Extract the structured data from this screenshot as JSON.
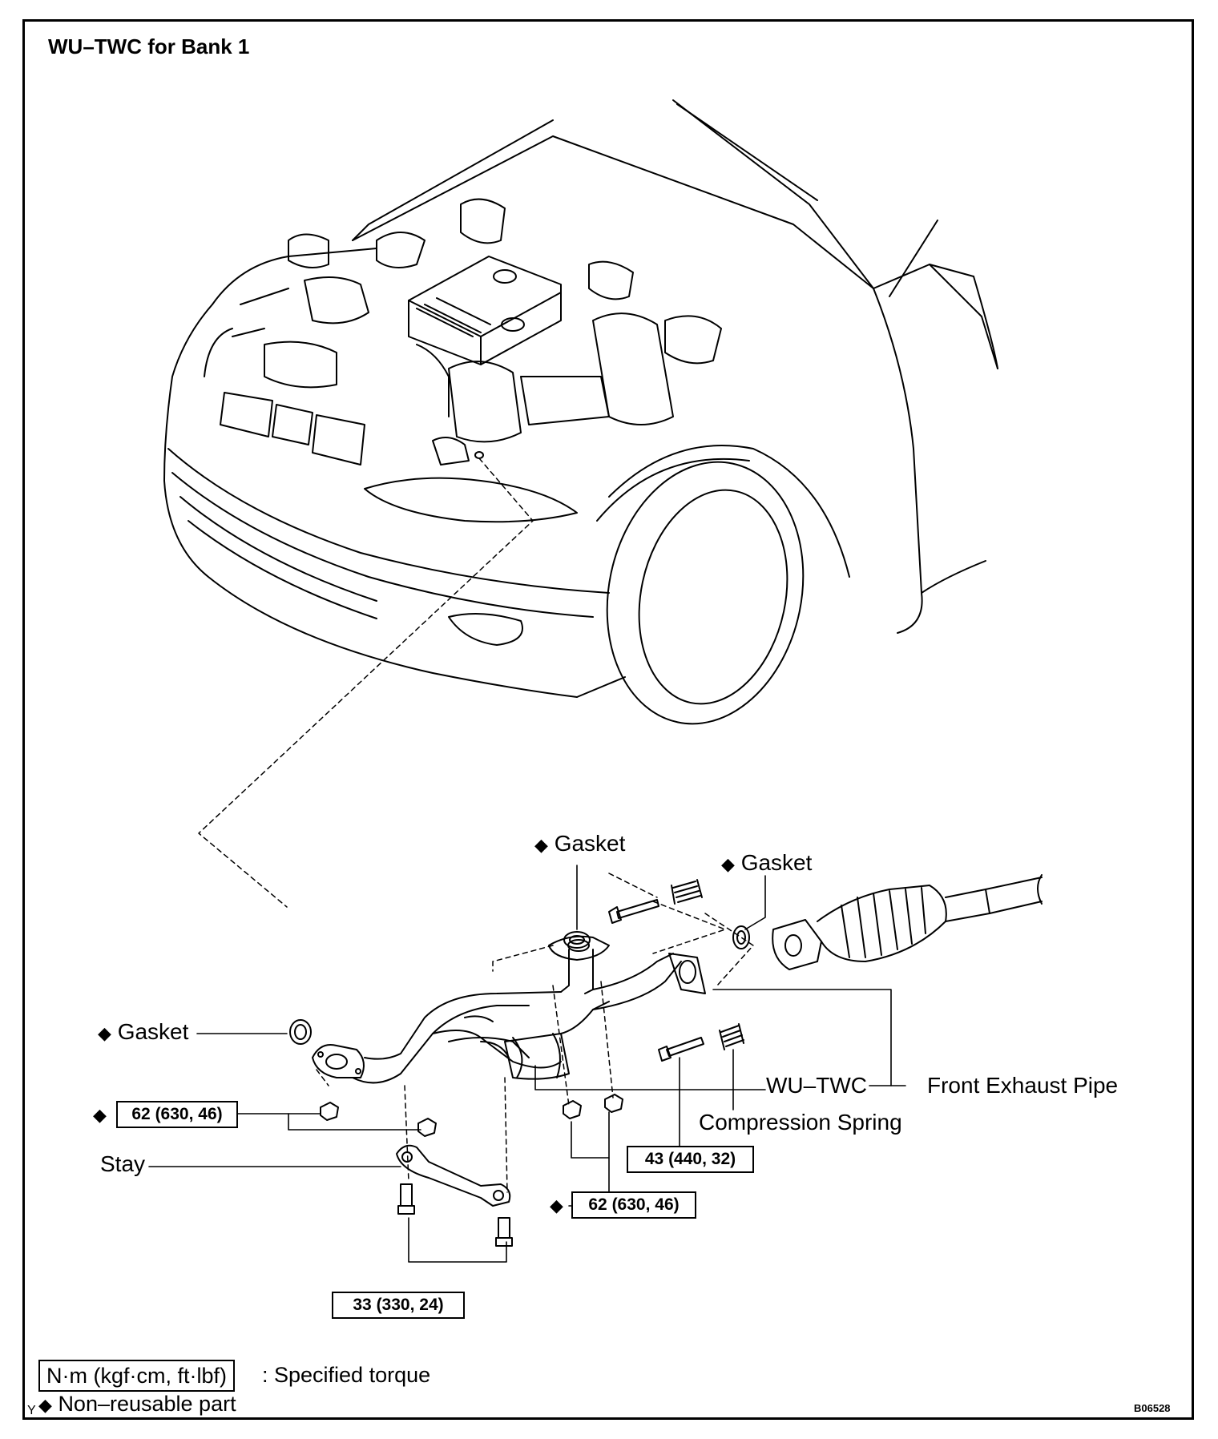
{
  "title": "WU–TWC for Bank 1",
  "labels": {
    "gasket_top": "Gasket",
    "gasket_right": "Gasket",
    "gasket_left": "Gasket",
    "wu_twc": "WU–TWC",
    "front_exhaust_pipe": "Front Exhaust Pipe",
    "compression_spring": "Compression Spring",
    "stay": "Stay"
  },
  "torques": {
    "left_nuts": "62 (630, 46)",
    "center_nuts": "62 (630, 46)",
    "bolt_spring": "43 (440, 32)",
    "stay_bolts": "33 (330, 24)"
  },
  "legend": {
    "torque_unit": "N·m (kgf·cm, ft·lbf)",
    "torque_desc": ": Specified torque",
    "non_reusable": "Non–reusable part",
    "marker": "Y"
  },
  "figure_code": "B06528",
  "icons": {
    "non_reusable_symbol": "diamond-icon"
  }
}
